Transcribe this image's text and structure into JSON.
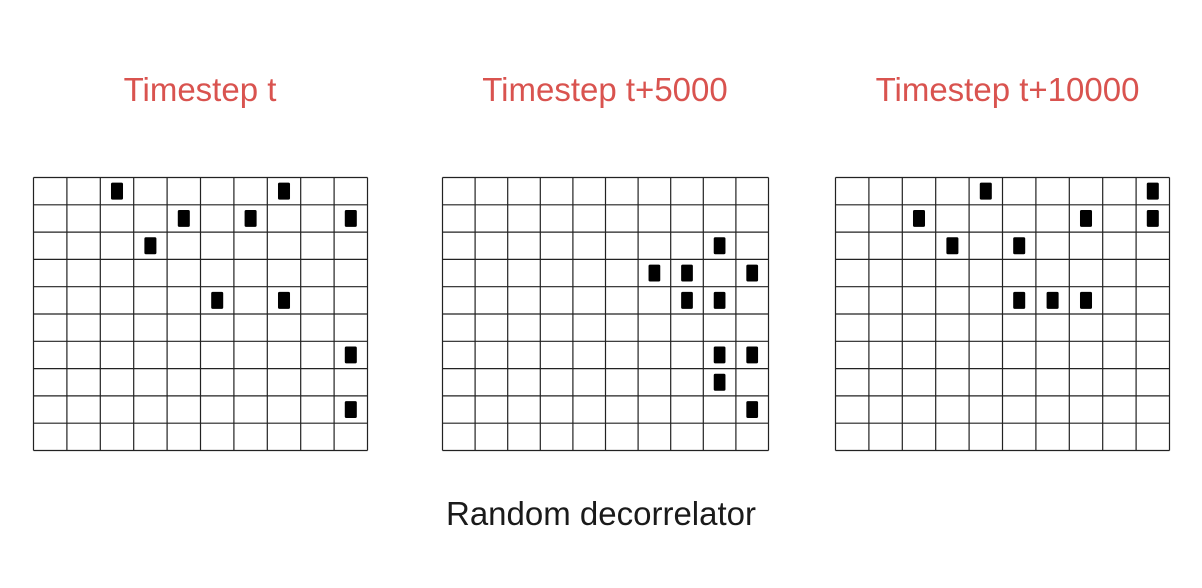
{
  "title_color": "#d9534f",
  "cell_color": "#000000",
  "grid_line_color": "#222222",
  "grid_rows": 10,
  "grid_cols": 10,
  "caption": "Random decorrelator",
  "panels": [
    {
      "title": "Timestep t",
      "filled_cells": [
        [
          0,
          2
        ],
        [
          0,
          7
        ],
        [
          1,
          4
        ],
        [
          1,
          6
        ],
        [
          1,
          9
        ],
        [
          2,
          3
        ],
        [
          4,
          5
        ],
        [
          4,
          7
        ],
        [
          6,
          9
        ],
        [
          8,
          9
        ]
      ]
    },
    {
      "title": "Timestep t+5000",
      "filled_cells": [
        [
          2,
          8
        ],
        [
          3,
          6
        ],
        [
          3,
          7
        ],
        [
          3,
          9
        ],
        [
          4,
          7
        ],
        [
          4,
          8
        ],
        [
          6,
          8
        ],
        [
          6,
          9
        ],
        [
          7,
          8
        ],
        [
          8,
          9
        ]
      ]
    },
    {
      "title": "Timestep t+10000",
      "filled_cells": [
        [
          0,
          4
        ],
        [
          0,
          9
        ],
        [
          1,
          2
        ],
        [
          1,
          7
        ],
        [
          1,
          9
        ],
        [
          2,
          3
        ],
        [
          2,
          5
        ],
        [
          4,
          5
        ],
        [
          4,
          6
        ],
        [
          4,
          7
        ]
      ]
    }
  ]
}
